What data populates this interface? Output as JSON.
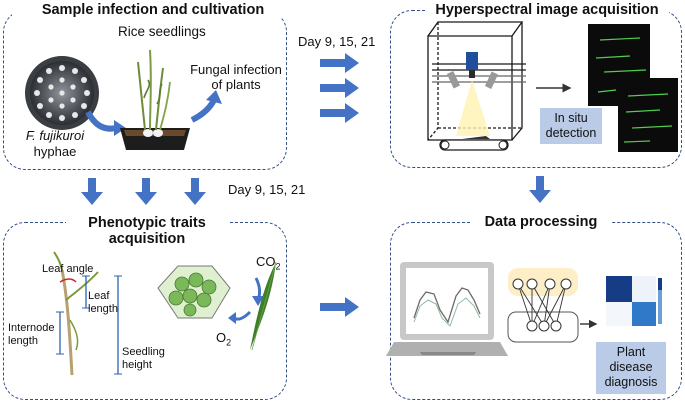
{
  "panels": {
    "infection": {
      "title": "Sample infection and  cultivation",
      "rice_seedlings": "Rice seedlings",
      "fungal_infection": "Fungal infection of plants",
      "species": "F. fujikuroi",
      "hyphae": "hyphae"
    },
    "hyperspectral": {
      "title": "Hyperspectral image acquisition",
      "in_situ": "In situ detection"
    },
    "phenotypic": {
      "title": "Phenotypic traits acquisition",
      "leaf_angle": "Leaf angle",
      "leaf_length": "Leaf length",
      "internode_length": "Internode length",
      "seedling_height": "Seedling height",
      "co2": "CO",
      "co2_sub": "2",
      "o2": "O",
      "o2_sub": "2"
    },
    "data": {
      "title": "Data processing",
      "diagnosis": "Plant disease diagnosis"
    }
  },
  "flow": {
    "days_top": "Day 9, 15, 21",
    "days_mid": "Day 9, 15, 21"
  },
  "colors": {
    "arrow": "#4472c4",
    "border": "#2f4f86",
    "label_box": "#b9cbe6"
  }
}
